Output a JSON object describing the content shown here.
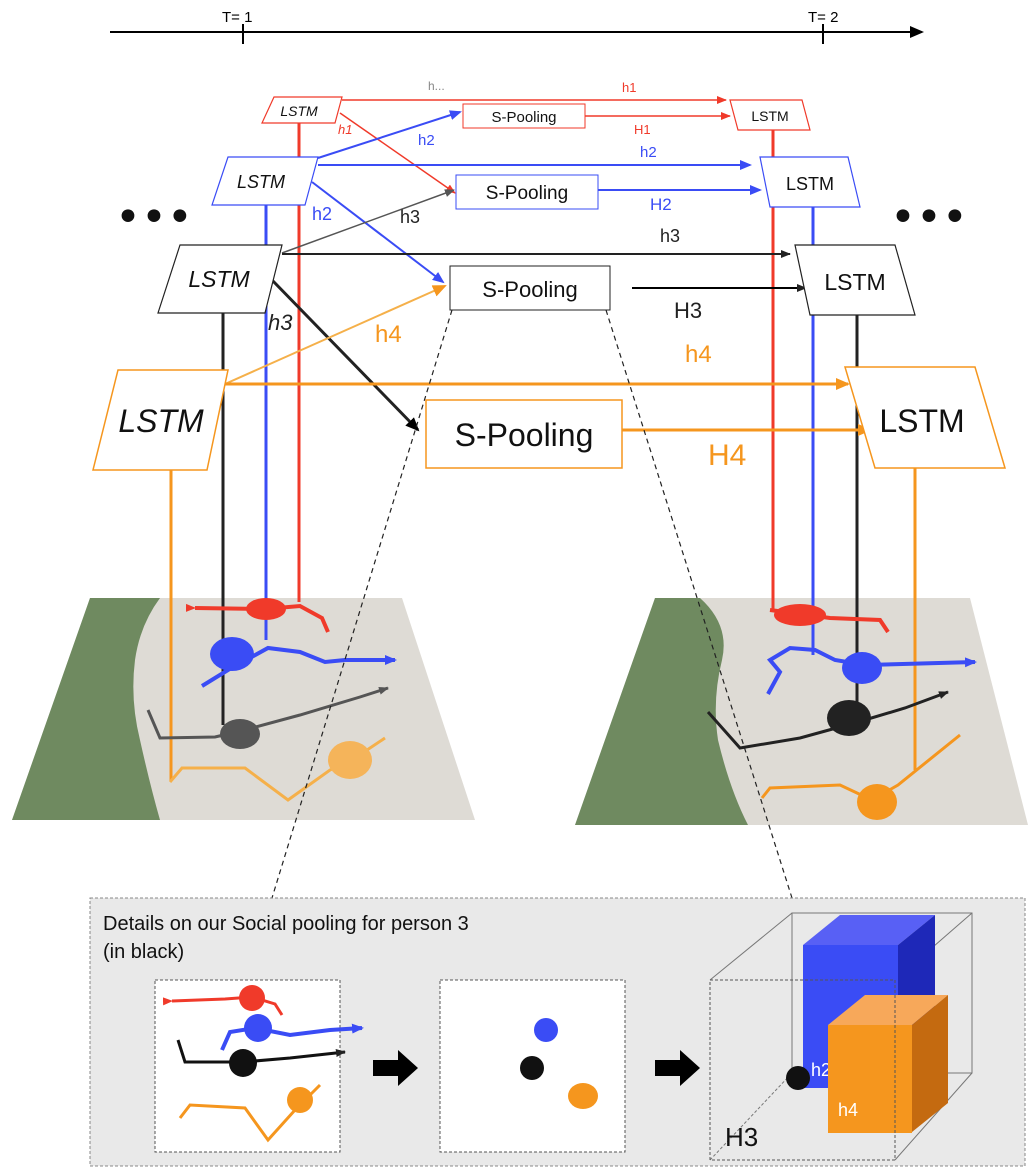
{
  "timeline": {
    "t1_label": "T= 1",
    "t2_label": "T= 2"
  },
  "ellipsis": "•••",
  "nodes": {
    "lstm_label": "LSTM",
    "pool_label": "S-Pooling"
  },
  "edge_labels": {
    "h_dots": "h...",
    "h1": "h1",
    "H1": "H1",
    "h2": "h2",
    "H2": "H2",
    "h3": "h3",
    "H3": "H3",
    "h4": "h4",
    "H4": "H4"
  },
  "details": {
    "title_line1": "Details on our Social pooling for person 3",
    "title_line2": "(in black)",
    "cube_h2": "h2",
    "cube_h4": "h4",
    "cube_H3": "H3"
  },
  "colors": {
    "person1": "#f03a2a",
    "person2": "#3a4cf5",
    "person3": "#222222",
    "person4": "#f5961e",
    "grass": "#6f8a60",
    "ground": "#dddbd6",
    "panel_bg": "#e9e9e9"
  }
}
